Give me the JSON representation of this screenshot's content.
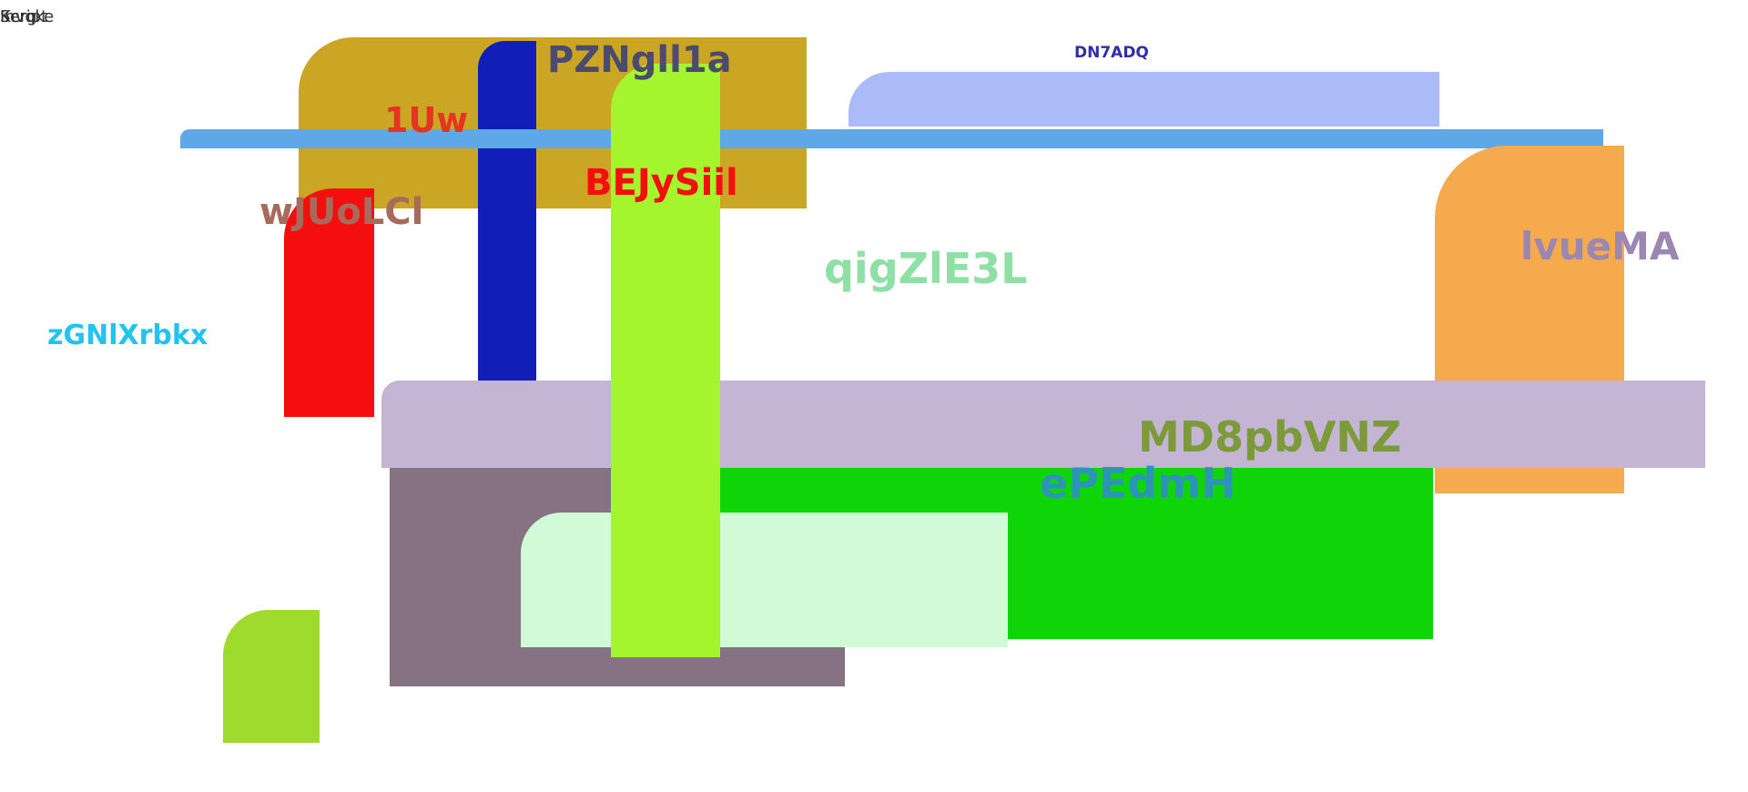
{
  "top_left_texts": [
    "Invoke",
    "Script",
    "Kerg"
  ],
  "labels": {
    "pzngll1a": "PZNgll1a",
    "dn7adq": "DN7ADQ",
    "uw": "1Uw",
    "bejysiil": "BEJySiil",
    "wjuolcl": "wJUoLCl",
    "qigzle3l": "qigZlE3L",
    "lvuema": "lvueMA",
    "zgnlxrbkx": "zGNlXrbkx",
    "md8pbvnz": "MD8pbVNZ",
    "pedmh": "ePEdmH"
  },
  "colors": {
    "gold": "#CBA624",
    "sky_blue_bar": "#5FA8E8",
    "periwinkle": "#ABBBF9",
    "navy": "#111EB8",
    "red": "#F40E0E",
    "orange": "#F5AA4D",
    "lilac": "#C5B5D4",
    "mauve": "#857384",
    "green": "#0FD508",
    "mint": "#D1FAD7",
    "lime": "#A4F52E",
    "lime_small": "#9EDB2C"
  }
}
